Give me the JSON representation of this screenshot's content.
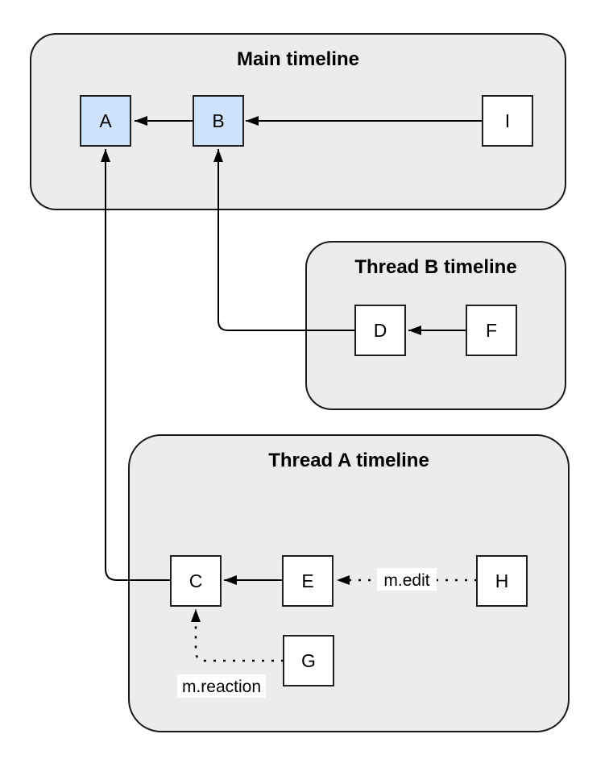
{
  "diagram": {
    "type": "event-timeline-relationship-diagram",
    "background": "#ffffff",
    "colors": {
      "container_fill": "#ececec",
      "container_stroke": "#1a1a1a",
      "node_fill": "#ffffff",
      "highlight_fill": "#cfe3fb",
      "node_stroke": "#1f1f1f",
      "edge_color": "#000000",
      "label_bg": "#ffffff"
    },
    "containers": [
      {
        "id": "main",
        "title": "Main timeline"
      },
      {
        "id": "thread-b",
        "title": "Thread B timeline"
      },
      {
        "id": "thread-a",
        "title": "Thread A timeline"
      }
    ],
    "nodes": [
      {
        "id": "A",
        "label": "A",
        "container": "main",
        "highlighted": true
      },
      {
        "id": "B",
        "label": "B",
        "container": "main",
        "highlighted": true
      },
      {
        "id": "I",
        "label": "I",
        "container": "main",
        "highlighted": false
      },
      {
        "id": "D",
        "label": "D",
        "container": "thread-b",
        "highlighted": false
      },
      {
        "id": "F",
        "label": "F",
        "container": "thread-b",
        "highlighted": false
      },
      {
        "id": "C",
        "label": "C",
        "container": "thread-a",
        "highlighted": false
      },
      {
        "id": "E",
        "label": "E",
        "container": "thread-a",
        "highlighted": false
      },
      {
        "id": "H",
        "label": "H",
        "container": "thread-a",
        "highlighted": false
      },
      {
        "id": "G",
        "label": "G",
        "container": "thread-a",
        "highlighted": false
      }
    ],
    "edges": [
      {
        "from": "B",
        "to": "A",
        "style": "solid",
        "label": ""
      },
      {
        "from": "I",
        "to": "B",
        "style": "solid",
        "label": ""
      },
      {
        "from": "F",
        "to": "D",
        "style": "solid",
        "label": ""
      },
      {
        "from": "E",
        "to": "C",
        "style": "solid",
        "label": ""
      },
      {
        "from": "D",
        "to": "B",
        "style": "solid",
        "label": ""
      },
      {
        "from": "C",
        "to": "A",
        "style": "solid",
        "label": ""
      },
      {
        "from": "H",
        "to": "E",
        "style": "dotted",
        "label": "m.edit"
      },
      {
        "from": "G",
        "to": "C",
        "style": "dotted",
        "label": "m.reaction"
      }
    ]
  }
}
